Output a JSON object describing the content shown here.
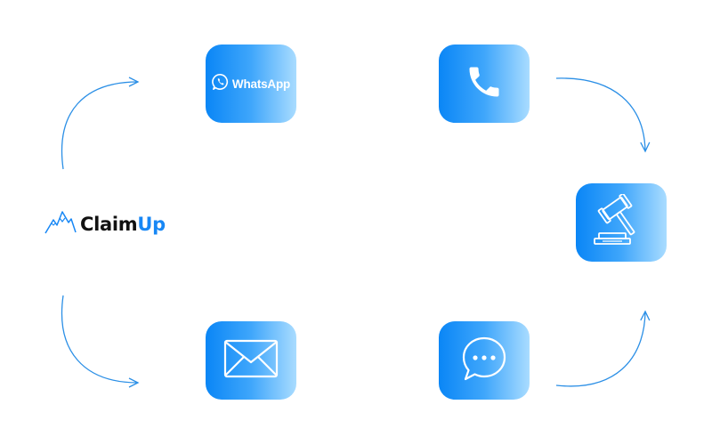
{
  "brand": {
    "name_part1": "Claim",
    "name_part2": "Up",
    "dark_color": "#111111",
    "accent_color": "#1787f5",
    "logo_icon": "mountain-logo-icon"
  },
  "nodes": [
    {
      "id": "whatsapp",
      "icon": "whatsapp-icon",
      "label": "WhatsApp"
    },
    {
      "id": "phone",
      "icon": "phone-icon"
    },
    {
      "id": "gavel",
      "icon": "gavel-icon"
    },
    {
      "id": "email",
      "icon": "envelope-icon"
    },
    {
      "id": "chat",
      "icon": "chat-bubble-icon"
    }
  ],
  "edges": [
    {
      "from": "claimup",
      "to": "whatsapp"
    },
    {
      "from": "claimup",
      "to": "email"
    },
    {
      "from": "phone",
      "to": "gavel"
    },
    {
      "from": "chat",
      "to": "gavel"
    }
  ],
  "colors": {
    "tile_gradient_start": "#0a86f6",
    "tile_gradient_end": "#a9dcff",
    "arrow": "#2b8fe6"
  }
}
